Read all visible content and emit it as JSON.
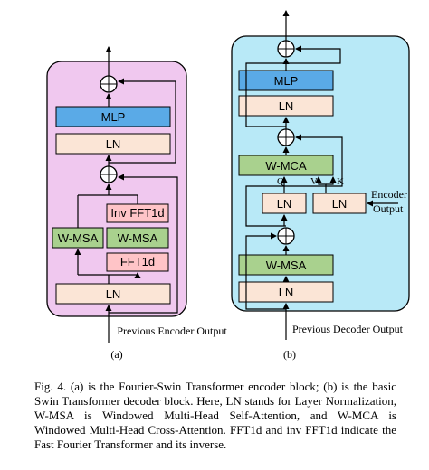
{
  "encoder": {
    "label": "(a)",
    "input_label": "Previous Encoder Output",
    "blocks": {
      "mlp": "MLP",
      "ln_top": "LN",
      "inv_fft": "Inv FFT1d",
      "wmsa_left": "W-MSA",
      "wmsa_right": "W-MSA",
      "fft": "FFT1d",
      "ln_bottom": "LN"
    },
    "colors": {
      "panel": "#f0c8ef",
      "mlp": "#5aaae7",
      "ln": "#fbe5d6",
      "wmsa": "#a9d18e",
      "fft": "#ffc4c7"
    }
  },
  "decoder": {
    "label": "(b)",
    "input_label": "Previous Decoder Output",
    "encoder_output_label_1": "Encoder",
    "encoder_output_label_2": "Output",
    "blocks": {
      "mlp": "MLP",
      "ln_top": "LN",
      "wmca": "W-MCA",
      "ln_q": "LN",
      "ln_kv": "LN",
      "wmsa": "W-MSA",
      "ln_bottom": "LN"
    },
    "qkv": {
      "q": "Q",
      "v": "V",
      "k": "K"
    },
    "colors": {
      "panel": "#b8e9f7",
      "mlp": "#5aaae7",
      "ln": "#fbe5d6",
      "wmca": "#a9d18e",
      "wmsa": "#a9d18e"
    }
  },
  "caption": {
    "text": "Fig. 4.    (a) is the Fourier-Swin Transformer encoder block; (b) is the basic Swin Transformer decoder block. Here, LN stands for Layer Normalization, W-MSA is Windowed Multi-Head Self-Attention, and W-MCA is Windowed Multi-Head Cross-Attention. FFT1d and inv FFT1d indicate the Fast Fourier Transformer and its inverse."
  }
}
